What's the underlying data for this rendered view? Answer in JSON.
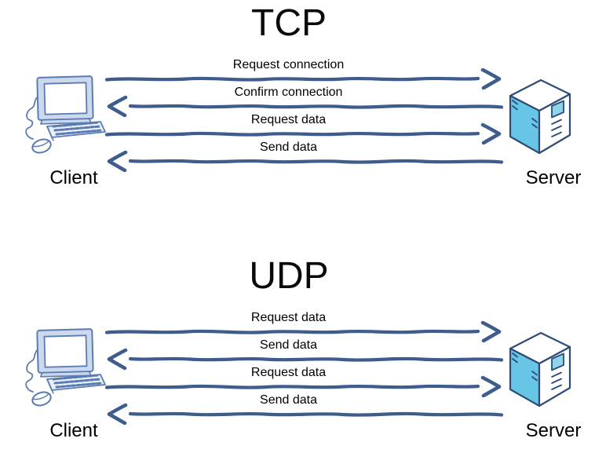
{
  "diagram": {
    "type": "protocol-sequence-comparison",
    "background": "#ffffff"
  },
  "colors": {
    "arrow": "#3e5c8c",
    "text": "#000000",
    "client_body_fill": "#ccd8ee",
    "client_outline": "#5b7cb0",
    "server_front_fill": "#67c6e6",
    "server_drive_fill": "#8ed4ec",
    "server_outline": "#2e4c78"
  },
  "sections": [
    {
      "id": "tcp",
      "title": "TCP",
      "client_label": "Client",
      "server_label": "Server",
      "messages": [
        {
          "label": "Request connection",
          "direction": "right",
          "from": "Client",
          "to": "Server"
        },
        {
          "label": "Confirm connection",
          "direction": "left",
          "from": "Server",
          "to": "Client"
        },
        {
          "label": "Request data",
          "direction": "right",
          "from": "Client",
          "to": "Server"
        },
        {
          "label": "Send data",
          "direction": "left",
          "from": "Server",
          "to": "Client"
        }
      ]
    },
    {
      "id": "udp",
      "title": "UDP",
      "client_label": "Client",
      "server_label": "Server",
      "messages": [
        {
          "label": "Request data",
          "direction": "right",
          "from": "Client",
          "to": "Server"
        },
        {
          "label": "Send data",
          "direction": "left",
          "from": "Server",
          "to": "Client"
        },
        {
          "label": "Request data",
          "direction": "right",
          "from": "Client",
          "to": "Server"
        },
        {
          "label": "Send data",
          "direction": "left",
          "from": "Server",
          "to": "Client"
        }
      ]
    }
  ]
}
